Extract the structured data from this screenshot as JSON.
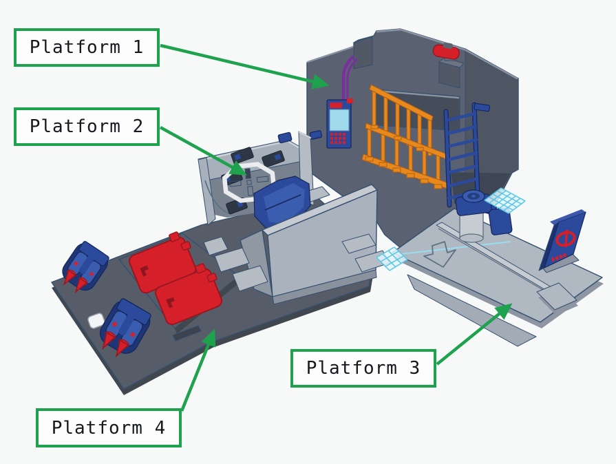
{
  "annotations": {
    "labels": [
      {
        "id": "platform-1",
        "text": "Platform 1"
      },
      {
        "id": "platform-2",
        "text": "Platform 2"
      },
      {
        "id": "platform-3",
        "text": "Platform 3"
      },
      {
        "id": "platform-4",
        "text": "Platform 4"
      }
    ]
  },
  "scene": {
    "type": "3d-model-annotated-view",
    "objects": [
      "tall-gray-building-with-wall-phone-and-lever",
      "orange-scaffold-rack",
      "blue-ladder",
      "control-room-with-octagon-hub-and-pilot-seat",
      "flat-deck-with-direction-arrow-rail-crane-and-billboard",
      "dark-pad-with-two-rockets-and-red-hatches",
      "workplane-grid-patches"
    ]
  },
  "colors": {
    "bg": "#f7f8f8",
    "green": "#1ea24d",
    "label_bg": "#fdfdfd",
    "label_text": "#15181c",
    "outline": "#35506f",
    "wall_gray": "#5a6170",
    "platform_dark": "#575d68",
    "deck_gray": "#b0b8c2",
    "accent_red": "#d62029",
    "accent_orange": "#e8891e",
    "accent_navy": "#2b4a9b",
    "screen_blue": "#9fd9ea",
    "grid_cyan": "#54c6e8",
    "cable_purple": "#7b2f9e",
    "ring_white": "#ebecee"
  }
}
